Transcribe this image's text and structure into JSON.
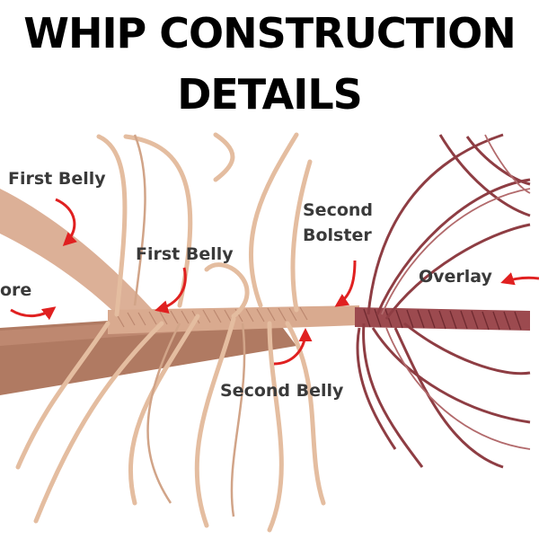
{
  "title": {
    "line1": "WHIP CONSTRUCTION",
    "line2": "DETAILS"
  },
  "labels": {
    "first_belly_top": "First Belly",
    "first_belly_mid": "First Belly",
    "core_partial": "ore",
    "second_bolster_line1": "Second",
    "second_bolster_line2": "Bolster",
    "overlay": "Overlay",
    "second_belly": "Second Belly"
  },
  "colors": {
    "arrow": "#e02020",
    "label_text": "#3a3a3a",
    "title_text": "#000000",
    "leather_light": "#e8c1a4",
    "leather_dark": "#b9826a",
    "overlay_red": "#8e3d43"
  }
}
